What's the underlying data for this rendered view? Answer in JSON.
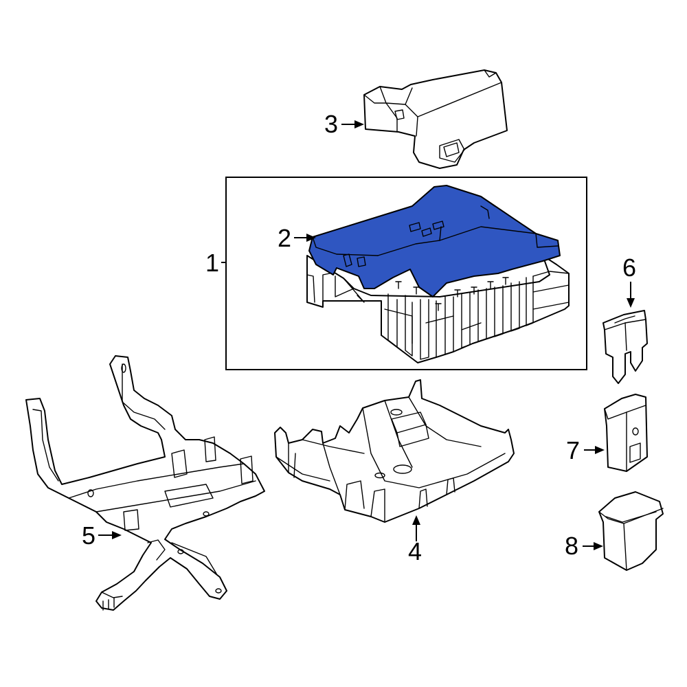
{
  "colors": {
    "highlight": "#2f56c1",
    "outline": "#000000",
    "background": "#ffffff"
  },
  "callouts": {
    "c1": "1",
    "c2": "2",
    "c3": "3",
    "c4": "4",
    "c5": "5",
    "c6": "6",
    "c7": "7",
    "c8": "8"
  }
}
